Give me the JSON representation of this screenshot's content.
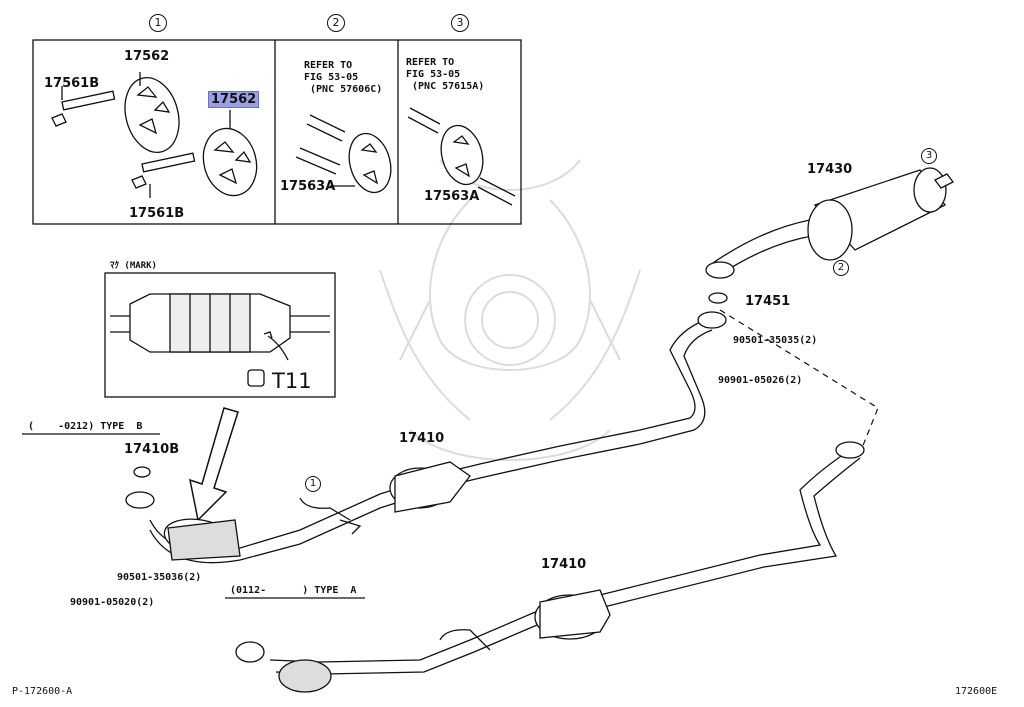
{
  "panel1": {
    "number": "1",
    "labels": [
      "17562",
      "17561B",
      "17562",
      "17561B"
    ]
  },
  "panel2": {
    "number": "2",
    "refer": "REFER TO\nFIG 53-05\n (PNC 57606C)",
    "label": "17563A"
  },
  "panel3": {
    "number": "3",
    "refer": "REFER TO\nFIG 53-05\n (PNC 57615A)",
    "label": "17563A"
  },
  "mark_box": {
    "title": "ﾏｸ (MARK)",
    "code": "T11",
    "icon": "emission-mark-icon"
  },
  "type_b": "(    -0212) TYPE  B",
  "type_a": "(0112-      ) TYPE  A",
  "parts": {
    "p17430": "17430",
    "p17451": "17451",
    "p17410_upper": "17410",
    "p17410_lower": "17410",
    "p17410B": "17410B",
    "bolt_right": "90501-35035(2)",
    "spring_right": "90901-05026(2)",
    "bolt_left": "90501-35036(2)",
    "spring_left": "90901-05020(2)"
  },
  "callouts": {
    "c1": "1",
    "c2": "2",
    "c3": "3"
  },
  "footer": {
    "left": "P-172600-A",
    "right": "172600E"
  },
  "colors": {
    "highlight": "#9aa0e6",
    "line": "#111111",
    "watermark": "#d8d8d8"
  }
}
